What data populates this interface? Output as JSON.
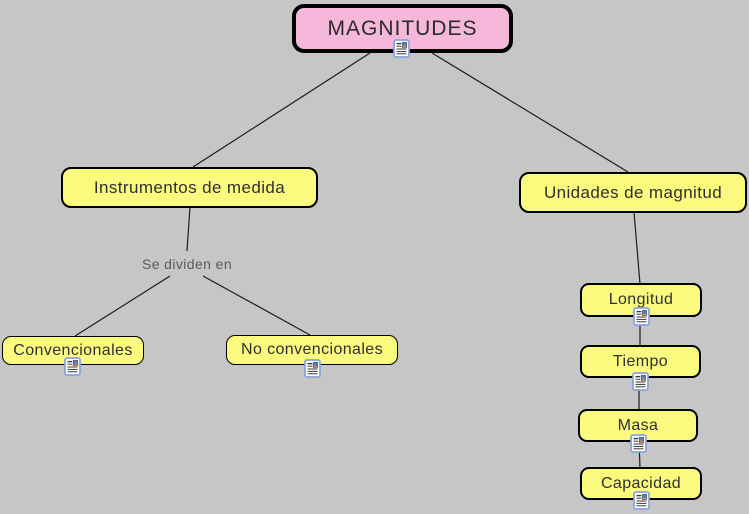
{
  "map_title": "MAGNITUDES",
  "colors": {
    "background": "#C6C6C6",
    "root_fill": "#F5B7DA",
    "node_fill": "#FAFA7E",
    "node_border": "#000000",
    "connector_line": "#1C1C1C",
    "node_text": "#303030",
    "phrase_text": "#595959",
    "resource_icon_border": "#89A3DC"
  },
  "nodes": {
    "root": {
      "label": "MAGNITUDES",
      "has_resource_icon": true
    },
    "instrumentos": {
      "label": "Instrumentos de medida",
      "has_resource_icon": false
    },
    "unidades": {
      "label": "Unidades de magnitud",
      "has_resource_icon": false
    },
    "convencionales": {
      "label": "Convencionales",
      "has_resource_icon": true
    },
    "no_convencionales": {
      "label": "No convencionales",
      "has_resource_icon": true
    },
    "longitud": {
      "label": "Longitud",
      "has_resource_icon": true
    },
    "tiempo": {
      "label": "Tiempo",
      "has_resource_icon": true
    },
    "masa": {
      "label": "Masa",
      "has_resource_icon": true
    },
    "capacidad": {
      "label": "Capacidad",
      "has_resource_icon": true
    }
  },
  "linking_phrases": {
    "se_dividen_en": {
      "label": "Se dividen en"
    }
  },
  "icons": {
    "resource": "document-with-image"
  }
}
